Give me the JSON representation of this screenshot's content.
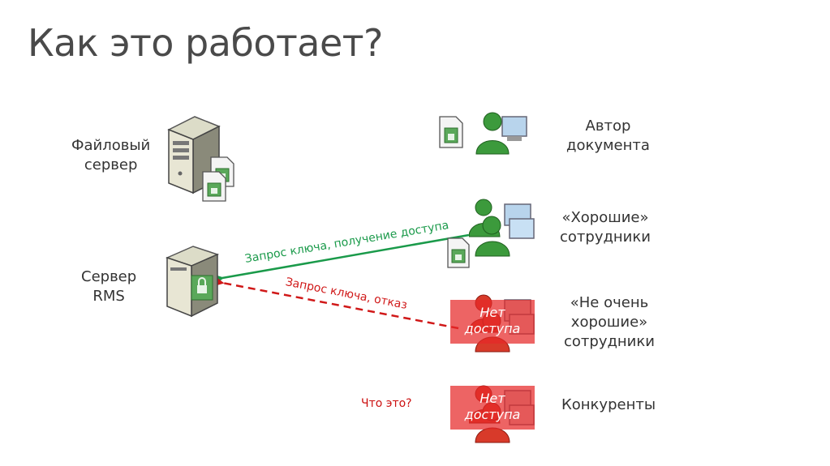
{
  "slide": {
    "title": "Как это работает?"
  },
  "nodes": {
    "file_server": {
      "line1": "Файловый",
      "line2": "сервер"
    },
    "rms_server": {
      "line1": "Сервер",
      "line2": "RMS"
    },
    "author": {
      "line1": "Автор",
      "line2": "документа"
    },
    "good_staff": {
      "line1": "«Хорошие»",
      "line2": "сотрудники"
    },
    "bad_staff": {
      "line1": "«Не очень",
      "line2": "хорошие»",
      "line3": "сотрудники"
    },
    "competitors": {
      "line1": "Конкуренты"
    }
  },
  "flows": {
    "grant": {
      "label": "Запрос ключа, получение доступа",
      "color": "#1a9a4a"
    },
    "deny": {
      "label": "Запрос ключа, отказ",
      "color": "#d01818"
    }
  },
  "badges": {
    "no_access_1": {
      "line1": "Нет",
      "line2": "доступа"
    },
    "no_access_2": {
      "line1": "Нет",
      "line2": "доступа"
    }
  },
  "annotations": {
    "what_is_this": "Что это?"
  },
  "icons": [
    "server-icon",
    "document-lock-icon",
    "user-group-icon"
  ],
  "colors": {
    "green_user": "#3c9a3c",
    "red_user": "#d83a2a",
    "deny_overlay": "#e62828"
  }
}
